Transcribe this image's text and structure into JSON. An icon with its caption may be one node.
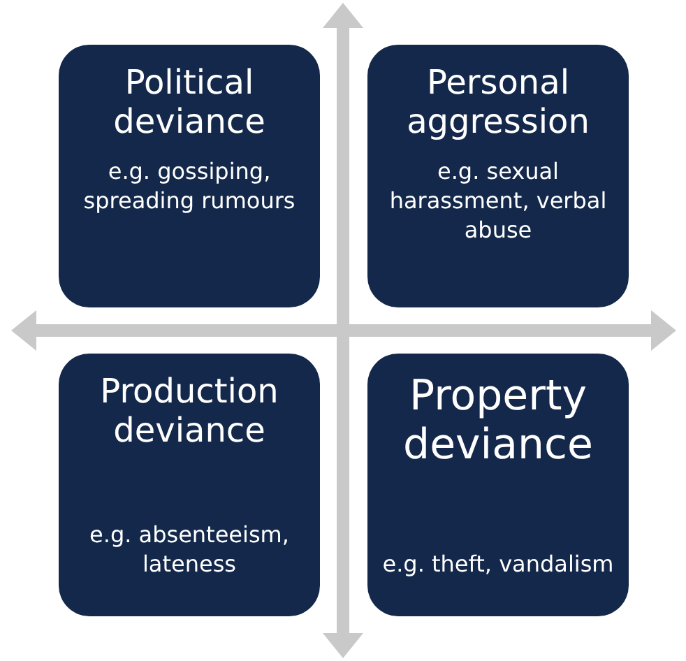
{
  "diagram": {
    "nodes": [
      {
        "text": [
          "Political deviance",
          "e.g. gossiping, spreading rumours"
        ]
      },
      {
        "text": [
          "Personal aggression",
          "e.g. sexual harassment, verbal abuse"
        ]
      },
      {
        "text": [
          "Production deviance",
          "e.g. absenteeism, lateness"
        ]
      },
      {
        "text": [
          "Property deviance",
          "e.g. theft, vandalism"
        ]
      }
    ]
  }
}
